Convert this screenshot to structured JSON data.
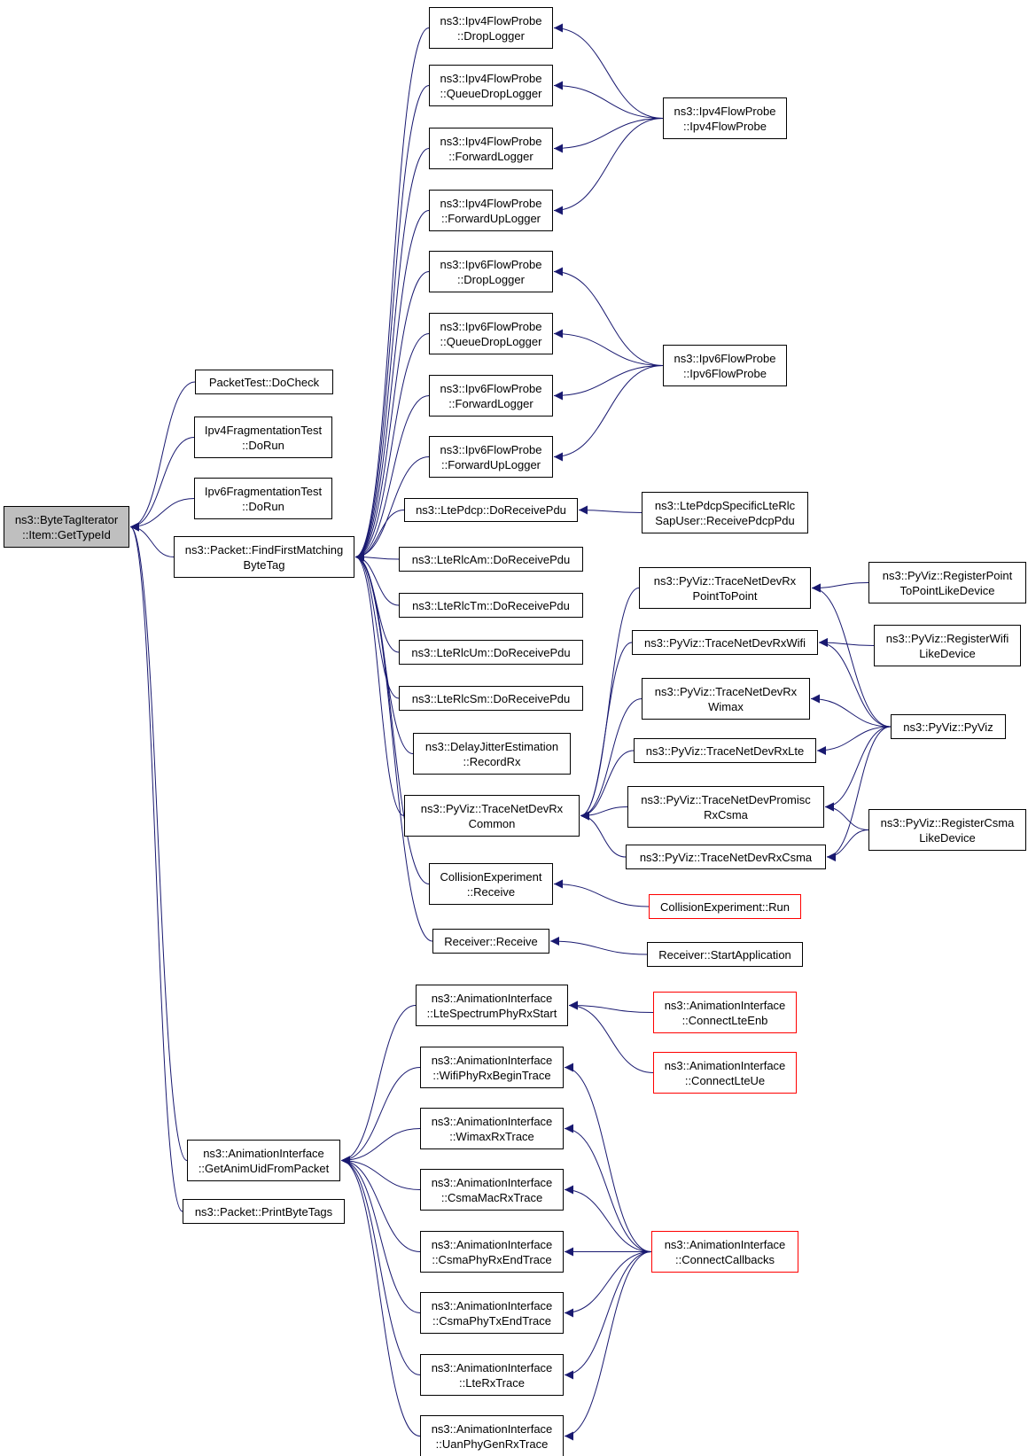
{
  "colors": {
    "edge": "#191970",
    "border": "#000000",
    "border_external": "#ff0000",
    "root_fill": "#bfbfbf"
  },
  "nodes": [
    {
      "id": "root",
      "lines": [
        "ns3::ByteTagIterator",
        "::Item::GetTypeId"
      ],
      "kind": "root"
    },
    {
      "id": "pt_docheck",
      "lines": [
        "PacketTest::DoCheck"
      ]
    },
    {
      "id": "ipv4frag",
      "lines": [
        "Ipv4FragmentationTest",
        "::DoRun"
      ]
    },
    {
      "id": "ipv6frag",
      "lines": [
        "Ipv6FragmentationTest",
        "::DoRun"
      ]
    },
    {
      "id": "findfirst",
      "lines": [
        "ns3::Packet::FindFirstMatching",
        "ByteTag"
      ]
    },
    {
      "id": "getanimuid",
      "lines": [
        "ns3::AnimationInterface",
        "::GetAnimUidFromPacket"
      ]
    },
    {
      "id": "printbytetags",
      "lines": [
        "ns3::Packet::PrintByteTags"
      ]
    },
    {
      "id": "ipv4_drop",
      "lines": [
        "ns3::Ipv4FlowProbe",
        "::DropLogger"
      ]
    },
    {
      "id": "ipv4_qdrop",
      "lines": [
        "ns3::Ipv4FlowProbe",
        "::QueueDropLogger"
      ]
    },
    {
      "id": "ipv4_fwd",
      "lines": [
        "ns3::Ipv4FlowProbe",
        "::ForwardLogger"
      ]
    },
    {
      "id": "ipv4_fwdup",
      "lines": [
        "ns3::Ipv4FlowProbe",
        "::ForwardUpLogger"
      ]
    },
    {
      "id": "ipv6_drop",
      "lines": [
        "ns3::Ipv6FlowProbe",
        "::DropLogger"
      ]
    },
    {
      "id": "ipv6_qdrop",
      "lines": [
        "ns3::Ipv6FlowProbe",
        "::QueueDropLogger"
      ]
    },
    {
      "id": "ipv6_fwd",
      "lines": [
        "ns3::Ipv6FlowProbe",
        "::ForwardLogger"
      ]
    },
    {
      "id": "ipv6_fwdup",
      "lines": [
        "ns3::Ipv6FlowProbe",
        "::ForwardUpLogger"
      ]
    },
    {
      "id": "ltepdcp",
      "lines": [
        "ns3::LtePdcp::DoReceivePdu"
      ]
    },
    {
      "id": "lterlcam",
      "lines": [
        "ns3::LteRlcAm::DoReceivePdu"
      ]
    },
    {
      "id": "lterlctm",
      "lines": [
        "ns3::LteRlcTm::DoReceivePdu"
      ]
    },
    {
      "id": "lterlcum",
      "lines": [
        "ns3::LteRlcUm::DoReceivePdu"
      ]
    },
    {
      "id": "lterlcsm",
      "lines": [
        "ns3::LteRlcSm::DoReceivePdu"
      ]
    },
    {
      "id": "delayjitter",
      "lines": [
        "ns3::DelayJitterEstimation",
        "::RecordRx"
      ]
    },
    {
      "id": "tndrxcommon",
      "lines": [
        "ns3::PyViz::TraceNetDevRx",
        "Common"
      ]
    },
    {
      "id": "collrecv",
      "lines": [
        "CollisionExperiment",
        "::Receive"
      ]
    },
    {
      "id": "recvrecv",
      "lines": [
        "Receiver::Receive"
      ]
    },
    {
      "id": "ipv4probe",
      "lines": [
        "ns3::Ipv4FlowProbe",
        "::Ipv4FlowProbe"
      ]
    },
    {
      "id": "ipv6probe",
      "lines": [
        "ns3::Ipv6FlowProbe",
        "::Ipv6FlowProbe"
      ]
    },
    {
      "id": "pdcpsapuser",
      "lines": [
        "ns3::LtePdcpSpecificLteRlc",
        "SapUser::ReceivePdcpPdu"
      ]
    },
    {
      "id": "tndrxp2p",
      "lines": [
        "ns3::PyViz::TraceNetDevRx",
        "PointToPoint"
      ]
    },
    {
      "id": "tndrxwifi",
      "lines": [
        "ns3::PyViz::TraceNetDevRxWifi"
      ]
    },
    {
      "id": "tndrxwimax",
      "lines": [
        "ns3::PyViz::TraceNetDevRx",
        "Wimax"
      ]
    },
    {
      "id": "tndrxlte",
      "lines": [
        "ns3::PyViz::TraceNetDevRxLte"
      ]
    },
    {
      "id": "tndpromisc",
      "lines": [
        "ns3::PyViz::TraceNetDevPromisc",
        "RxCsma"
      ]
    },
    {
      "id": "tndrxcsma",
      "lines": [
        "ns3::PyViz::TraceNetDevRxCsma"
      ]
    },
    {
      "id": "regp2p",
      "lines": [
        "ns3::PyViz::RegisterPoint",
        "ToPointLikeDevice"
      ]
    },
    {
      "id": "regwifi",
      "lines": [
        "ns3::PyViz::RegisterWifi",
        "LikeDevice"
      ]
    },
    {
      "id": "pyviz",
      "lines": [
        "ns3::PyViz::PyViz"
      ]
    },
    {
      "id": "regcsma",
      "lines": [
        "ns3::PyViz::RegisterCsma",
        "LikeDevice"
      ]
    },
    {
      "id": "collrun",
      "lines": [
        "CollisionExperiment::Run"
      ],
      "kind": "external"
    },
    {
      "id": "startapp",
      "lines": [
        "Receiver::StartApplication"
      ]
    },
    {
      "id": "ltespec",
      "lines": [
        "ns3::AnimationInterface",
        "::LteSpectrumPhyRxStart"
      ]
    },
    {
      "id": "wifiphy",
      "lines": [
        "ns3::AnimationInterface",
        "::WifiPhyRxBeginTrace"
      ]
    },
    {
      "id": "wimaxrx",
      "lines": [
        "ns3::AnimationInterface",
        "::WimaxRxTrace"
      ]
    },
    {
      "id": "csmamac",
      "lines": [
        "ns3::AnimationInterface",
        "::CsmaMacRxTrace"
      ]
    },
    {
      "id": "csmaphyrx",
      "lines": [
        "ns3::AnimationInterface",
        "::CsmaPhyRxEndTrace"
      ]
    },
    {
      "id": "csmaphytx",
      "lines": [
        "ns3::AnimationInterface",
        "::CsmaPhyTxEndTrace"
      ]
    },
    {
      "id": "lterx",
      "lines": [
        "ns3::AnimationInterface",
        "::LteRxTrace"
      ]
    },
    {
      "id": "uanphy",
      "lines": [
        "ns3::AnimationInterface",
        "::UanPhyGenRxTrace"
      ]
    },
    {
      "id": "connlteenb",
      "lines": [
        "ns3::AnimationInterface",
        "::ConnectLteEnb"
      ],
      "kind": "external"
    },
    {
      "id": "connlteue",
      "lines": [
        "ns3::AnimationInterface",
        "::ConnectLteUe"
      ],
      "kind": "external"
    },
    {
      "id": "conncallbacks",
      "lines": [
        "ns3::AnimationInterface",
        "::ConnectCallbacks"
      ],
      "kind": "external"
    }
  ],
  "edges": [
    [
      "pt_docheck",
      "root"
    ],
    [
      "ipv4frag",
      "root"
    ],
    [
      "ipv6frag",
      "root"
    ],
    [
      "findfirst",
      "root"
    ],
    [
      "getanimuid",
      "root"
    ],
    [
      "printbytetags",
      "root"
    ],
    [
      "ipv4_drop",
      "findfirst"
    ],
    [
      "ipv4_qdrop",
      "findfirst"
    ],
    [
      "ipv4_fwd",
      "findfirst"
    ],
    [
      "ipv4_fwdup",
      "findfirst"
    ],
    [
      "ipv6_drop",
      "findfirst"
    ],
    [
      "ipv6_qdrop",
      "findfirst"
    ],
    [
      "ipv6_fwd",
      "findfirst"
    ],
    [
      "ipv6_fwdup",
      "findfirst"
    ],
    [
      "ltepdcp",
      "findfirst"
    ],
    [
      "lterlcam",
      "findfirst"
    ],
    [
      "lterlctm",
      "findfirst"
    ],
    [
      "lterlcum",
      "findfirst"
    ],
    [
      "lterlcsm",
      "findfirst"
    ],
    [
      "delayjitter",
      "findfirst"
    ],
    [
      "tndrxcommon",
      "findfirst"
    ],
    [
      "collrecv",
      "findfirst"
    ],
    [
      "recvrecv",
      "findfirst"
    ],
    [
      "ipv4probe",
      "ipv4_drop"
    ],
    [
      "ipv4probe",
      "ipv4_qdrop"
    ],
    [
      "ipv4probe",
      "ipv4_fwd"
    ],
    [
      "ipv4probe",
      "ipv4_fwdup"
    ],
    [
      "ipv6probe",
      "ipv6_drop"
    ],
    [
      "ipv6probe",
      "ipv6_qdrop"
    ],
    [
      "ipv6probe",
      "ipv6_fwd"
    ],
    [
      "ipv6probe",
      "ipv6_fwdup"
    ],
    [
      "pdcpsapuser",
      "ltepdcp"
    ],
    [
      "tndrxp2p",
      "tndrxcommon"
    ],
    [
      "tndrxwifi",
      "tndrxcommon"
    ],
    [
      "tndrxwimax",
      "tndrxcommon"
    ],
    [
      "tndrxlte",
      "tndrxcommon"
    ],
    [
      "tndpromisc",
      "tndrxcommon"
    ],
    [
      "tndrxcsma",
      "tndrxcommon"
    ],
    [
      "regp2p",
      "tndrxp2p"
    ],
    [
      "regwifi",
      "tndrxwifi"
    ],
    [
      "pyviz",
      "tndrxp2p"
    ],
    [
      "pyviz",
      "tndrxwifi"
    ],
    [
      "pyviz",
      "tndrxwimax"
    ],
    [
      "pyviz",
      "tndrxlte"
    ],
    [
      "pyviz",
      "tndpromisc"
    ],
    [
      "pyviz",
      "tndrxcsma"
    ],
    [
      "regcsma",
      "tndpromisc"
    ],
    [
      "regcsma",
      "tndrxcsma"
    ],
    [
      "collrun",
      "collrecv"
    ],
    [
      "startapp",
      "recvrecv"
    ],
    [
      "ltespec",
      "getanimuid"
    ],
    [
      "wifiphy",
      "getanimuid"
    ],
    [
      "wimaxrx",
      "getanimuid"
    ],
    [
      "csmamac",
      "getanimuid"
    ],
    [
      "csmaphyrx",
      "getanimuid"
    ],
    [
      "csmaphytx",
      "getanimuid"
    ],
    [
      "lterx",
      "getanimuid"
    ],
    [
      "uanphy",
      "getanimuid"
    ],
    [
      "connlteenb",
      "ltespec"
    ],
    [
      "connlteue",
      "ltespec"
    ],
    [
      "conncallbacks",
      "wifiphy"
    ],
    [
      "conncallbacks",
      "wimaxrx"
    ],
    [
      "conncallbacks",
      "csmamac"
    ],
    [
      "conncallbacks",
      "csmaphyrx"
    ],
    [
      "conncallbacks",
      "csmaphytx"
    ],
    [
      "conncallbacks",
      "lterx"
    ],
    [
      "conncallbacks",
      "uanphy"
    ]
  ]
}
